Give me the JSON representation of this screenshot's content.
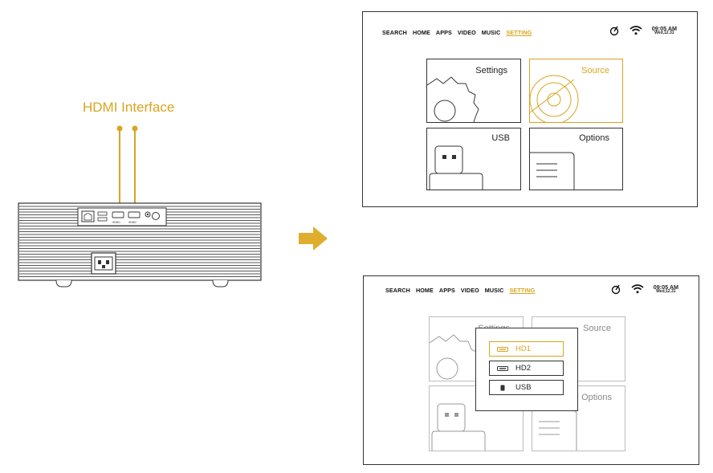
{
  "callout": {
    "label": "HDMI Interface"
  },
  "projector": {
    "port_labels": [
      "HDMI1",
      "HDMI2"
    ]
  },
  "menu": {
    "items": [
      "SEARCH",
      "HOME",
      "APPS",
      "VIDEO",
      "MUSIC",
      "SETTING"
    ],
    "active": "SETTING"
  },
  "status": {
    "time": "09:05 AM",
    "date": "Wed,12.31"
  },
  "tiles": {
    "settings": "Settings",
    "source": "Source",
    "usb": "USB",
    "options": "Options"
  },
  "source_popup": {
    "items": [
      {
        "label": "HD1",
        "icon": "hdmi-port-icon",
        "selected": true
      },
      {
        "label": "HD2",
        "icon": "hdmi-port-icon",
        "selected": false
      },
      {
        "label": "USB",
        "icon": "usb-drive-icon",
        "selected": false
      }
    ]
  },
  "colors": {
    "accent": "#d9a520",
    "line": "#333333",
    "muted": "#bdbdbd"
  }
}
